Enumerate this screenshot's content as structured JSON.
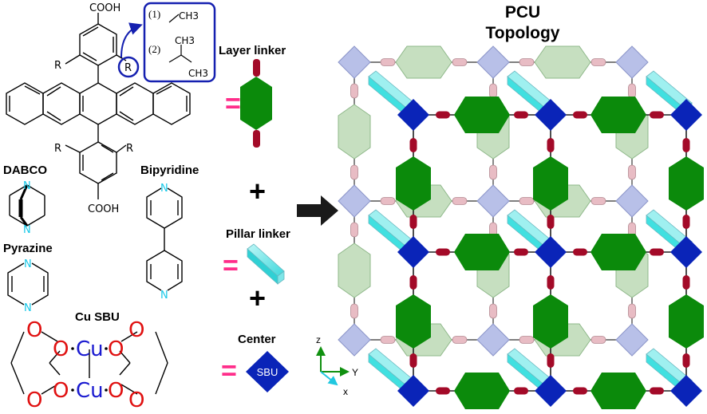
{
  "title_line1": "PCU",
  "title_line2": "Topology",
  "molecule": {
    "cooh_top": "COOH",
    "cooh_bottom": "COOH",
    "r_sub": "R",
    "inset_option1_num": "(1)",
    "inset_option1_group": "CH3",
    "inset_option2_num": "(2)",
    "inset_option2_group_top": "CH3",
    "inset_option2_group_bottom": "CH3"
  },
  "dabco": {
    "label": "DABCO",
    "n": "N"
  },
  "pyrazine": {
    "label": "Pyrazine",
    "n": "N"
  },
  "bipyridine": {
    "label": "Bipyridine",
    "n": "N"
  },
  "cu_sbu": {
    "label": "Cu SBU",
    "o": "O",
    "cu": "Cu"
  },
  "legend": {
    "layer_linker": "Layer linker",
    "pillar_linker": "Pillar linker",
    "center": "Center",
    "sbu": "SBU",
    "plus": "+",
    "equals": "="
  },
  "axes": {
    "z": "z",
    "y": "Y",
    "x": "x"
  },
  "colors": {
    "sbu_dark": "#0a24b8",
    "sbu_light": "#b8c0e8",
    "linker_green": "#0b8a0b",
    "linker_light": "#c6dfc0",
    "connector_dark": "#a30a28",
    "connector_light": "#e8bcc4",
    "pillar": "#40e0e0",
    "equals_pink": "#ff2d8a",
    "oxygen_red": "#e01010",
    "copper_blue": "#1a1ad0",
    "nitrogen_cyan": "#18c8e8",
    "inset_blue": "#1520b0"
  }
}
